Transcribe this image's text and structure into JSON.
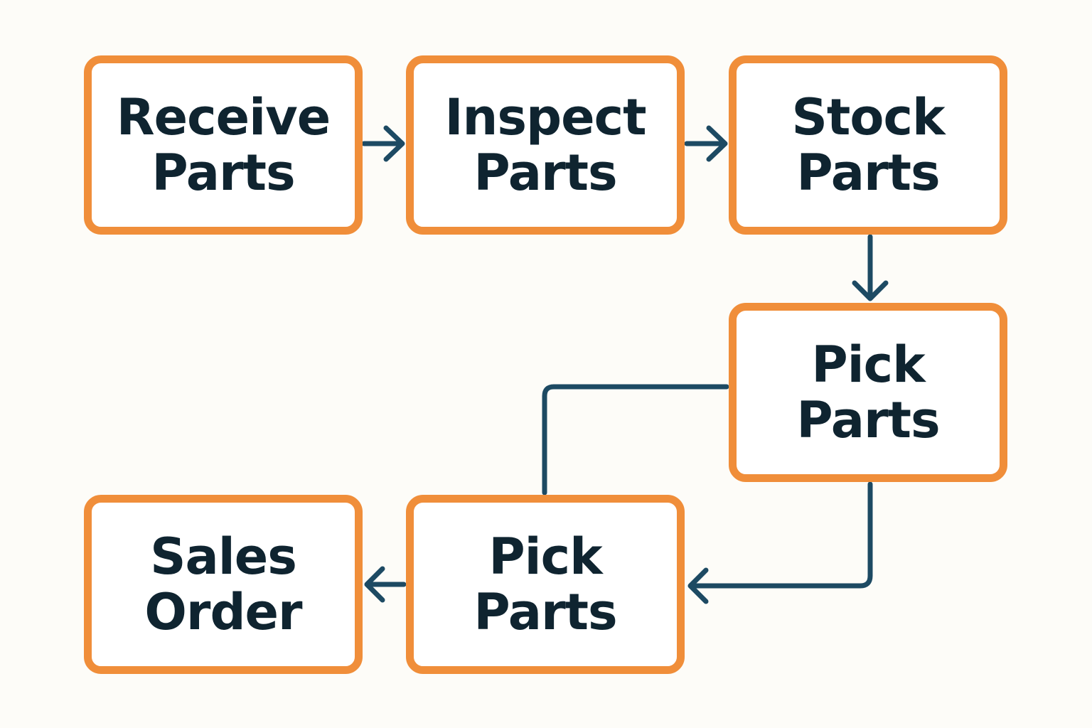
{
  "diagram": {
    "colors": {
      "background": "#fdfcf8",
      "box_border": "#f08e3a",
      "box_fill": "#ffffff",
      "text": "#0f2430",
      "connector": "#1d4a63"
    },
    "nodes": {
      "receive": {
        "line1": "Receive",
        "line2": "Parts"
      },
      "inspect": {
        "line1": "Inspect",
        "line2": "Parts"
      },
      "stock": {
        "line1": "Stock",
        "line2": "Parts"
      },
      "pick1": {
        "line1": "Pick",
        "line2": "Parts"
      },
      "pick2": {
        "line1": "Pick",
        "line2": "Parts"
      },
      "sales": {
        "line1": "Sales",
        "line2": "Order"
      }
    },
    "edges": [
      {
        "from": "Receive Parts",
        "to": "Inspect Parts",
        "arrow": true
      },
      {
        "from": "Inspect Parts",
        "to": "Stock Parts",
        "arrow": true
      },
      {
        "from": "Stock Parts",
        "to": "Pick Parts",
        "arrow": true
      },
      {
        "from": "Pick Parts",
        "to": "Pick Parts",
        "arrow": true
      },
      {
        "from": "Pick Parts",
        "to": "Pick Parts",
        "arrow": false
      },
      {
        "from": "Pick Parts",
        "to": "Sales Order",
        "arrow": true
      }
    ]
  }
}
